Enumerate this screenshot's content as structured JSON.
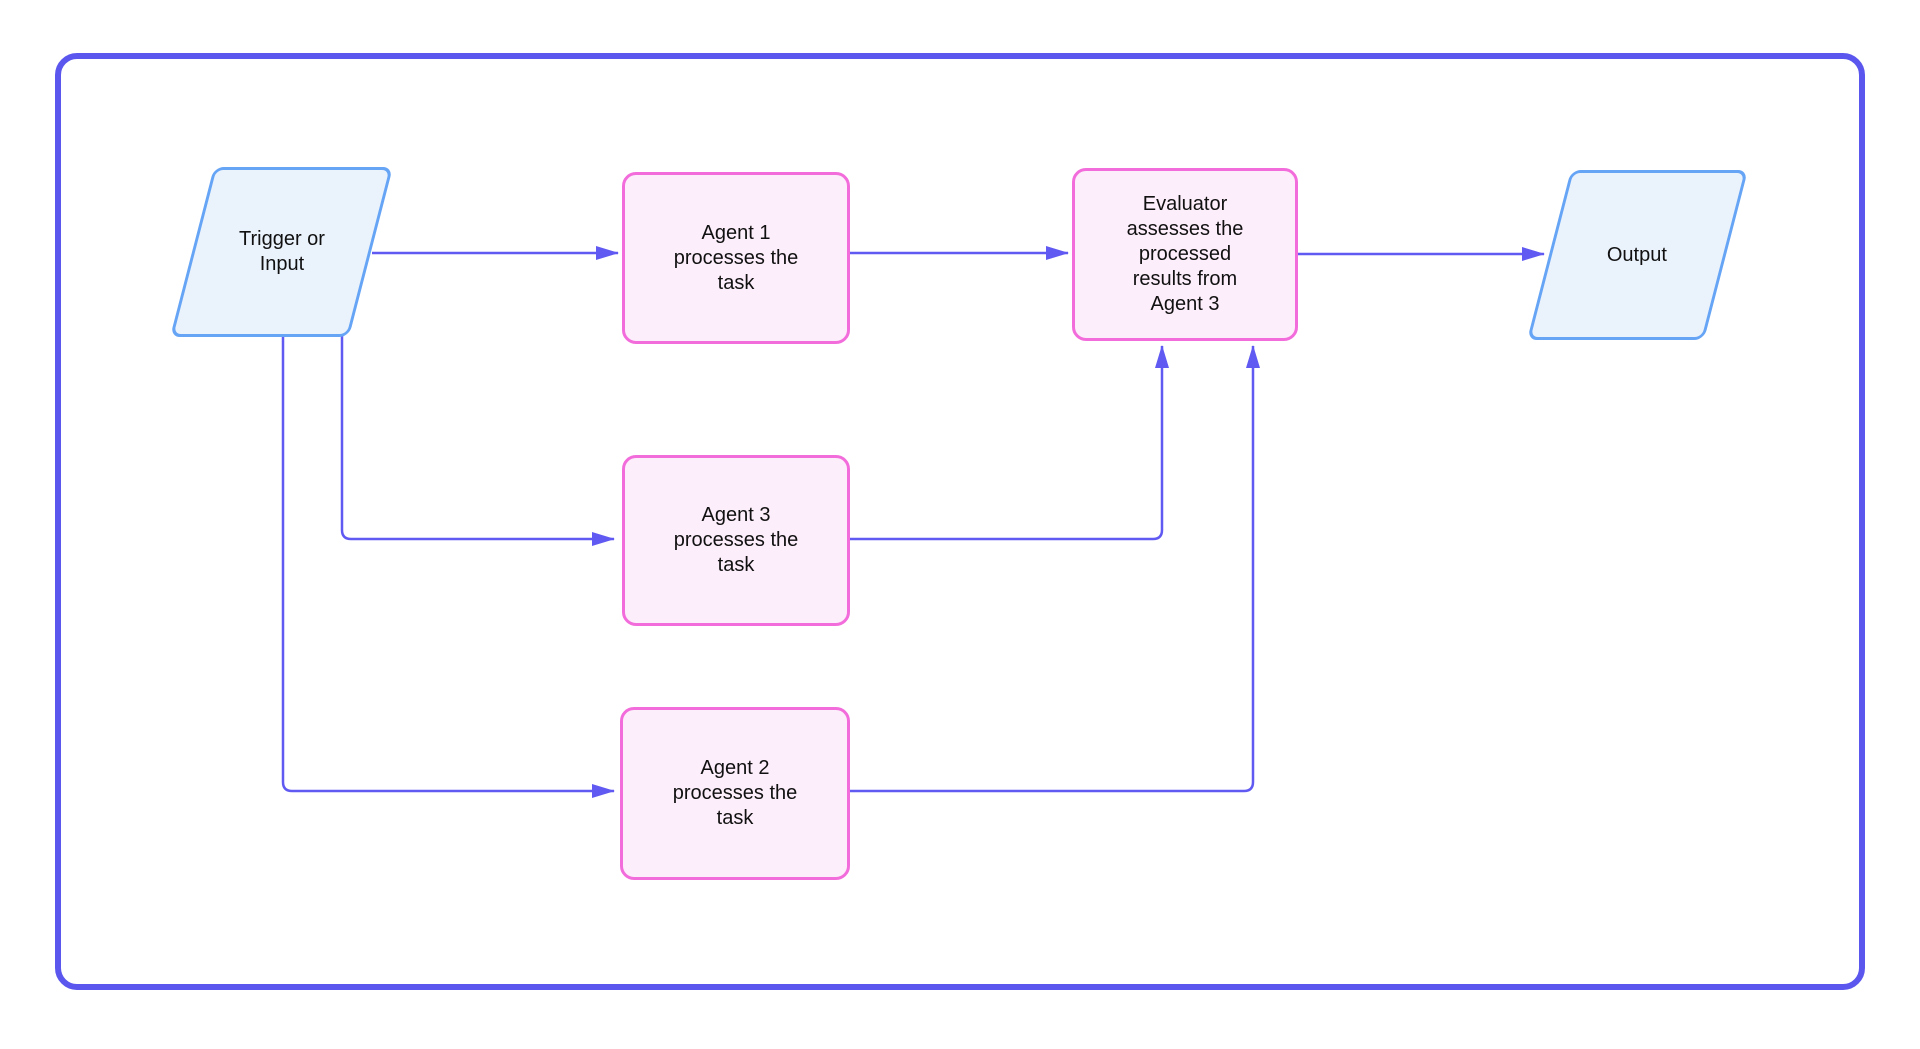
{
  "colors": {
    "frame": "#5a56ee",
    "arrow": "#6059f2",
    "process-fill": "#fdeefb",
    "process-border": "#f26ddb",
    "io-fill": "#eaf2fc",
    "io-border": "#66a4f5",
    "text": "#111111",
    "background": "#ffffff"
  },
  "diagram": {
    "nodes": {
      "trigger": {
        "label": "Trigger or\nInput",
        "shape": "parallelogram"
      },
      "agent1": {
        "label": "Agent 1\nprocesses the\ntask",
        "shape": "rounded-rectangle"
      },
      "agent3": {
        "label": "Agent 3\nprocesses the\ntask",
        "shape": "rounded-rectangle"
      },
      "agent2": {
        "label": "Agent 2\nprocesses the\ntask",
        "shape": "rounded-rectangle"
      },
      "evaluator": {
        "label": "Evaluator\nassesses the\nprocessed\nresults from\nAgent 3",
        "shape": "rounded-rectangle"
      },
      "output": {
        "label": "Output",
        "shape": "parallelogram"
      }
    },
    "edges": [
      {
        "from": "trigger",
        "to": "agent1"
      },
      {
        "from": "agent1",
        "to": "evaluator"
      },
      {
        "from": "evaluator",
        "to": "output"
      },
      {
        "from": "trigger",
        "to": "agent3"
      },
      {
        "from": "agent3",
        "to": "evaluator"
      },
      {
        "from": "trigger",
        "to": "agent2"
      },
      {
        "from": "agent2",
        "to": "evaluator"
      }
    ]
  }
}
